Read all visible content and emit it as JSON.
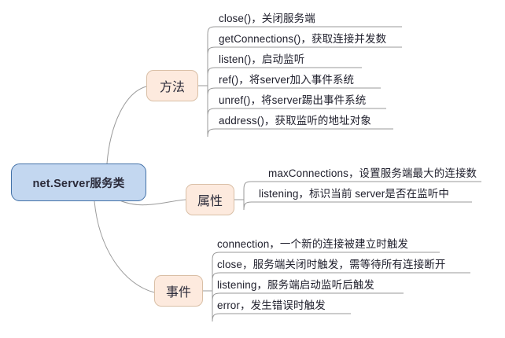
{
  "diagram": {
    "title": "net.Server mind map",
    "root": {
      "label": "net.Server服务类"
    },
    "colors": {
      "root_fill": "#c3d7f0",
      "root_stroke": "#4472a8",
      "branch_fill": "#fdeade",
      "branch_stroke": "#d9bfa6",
      "connector": "#9a9a9a",
      "text": "#21212e",
      "background": "#ffffff"
    },
    "branches": [
      {
        "label": "方法",
        "items": [
          "close()，关闭服务端",
          "getConnections()，获取连接并发数",
          "listen()，启动监听",
          "ref()，将server加入事件系统",
          "unref()，将server踢出事件系统",
          "address()，获取监听的地址对象"
        ]
      },
      {
        "label": "属性",
        "items": [
          "maxConnections，设置服务端最大的连接数",
          "listening，标识当前 server是否在监听中"
        ]
      },
      {
        "label": "事件",
        "items": [
          "connection，一个新的连接被建立时触发",
          "close，服务端关闭时触发，需等待所有连接断开",
          "listening，服务端启动监听后触发",
          "error，发生错误时触发"
        ]
      }
    ]
  }
}
